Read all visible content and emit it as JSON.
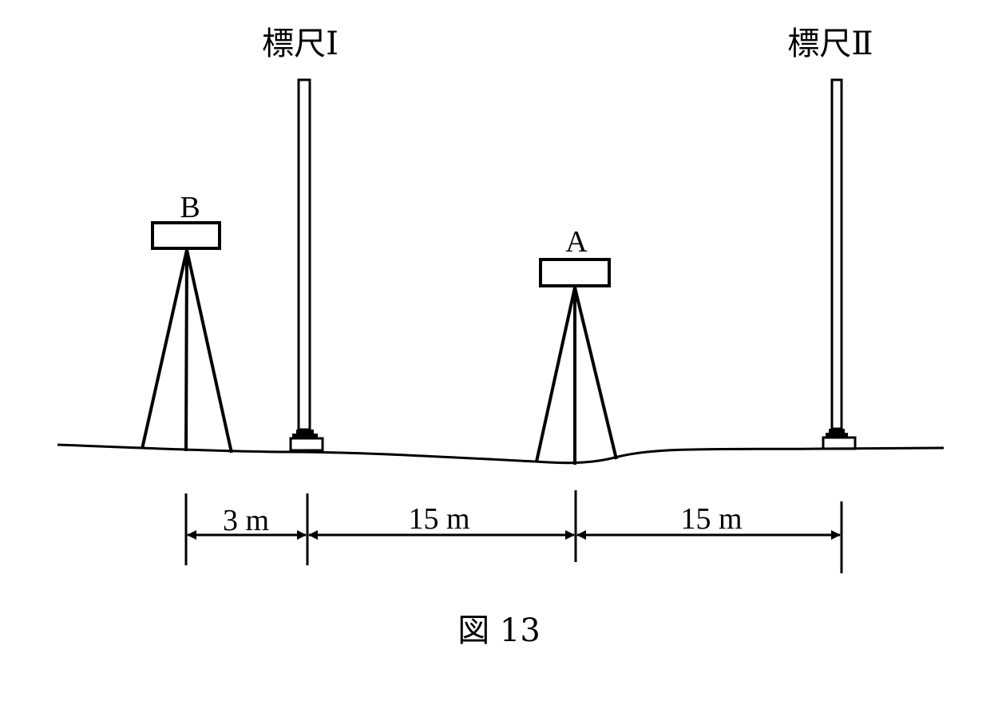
{
  "staff_1": {
    "label": "標尺Ⅰ"
  },
  "staff_2": {
    "label": "標尺Ⅱ"
  },
  "level_a": {
    "label": "A"
  },
  "level_b": {
    "label": "B"
  },
  "distances": [
    {
      "label": "3 m"
    },
    {
      "label": "15 m"
    },
    {
      "label": "15 m"
    }
  ],
  "caption": "図 13",
  "colors": {
    "ink": "#000000",
    "background": "#ffffff"
  }
}
